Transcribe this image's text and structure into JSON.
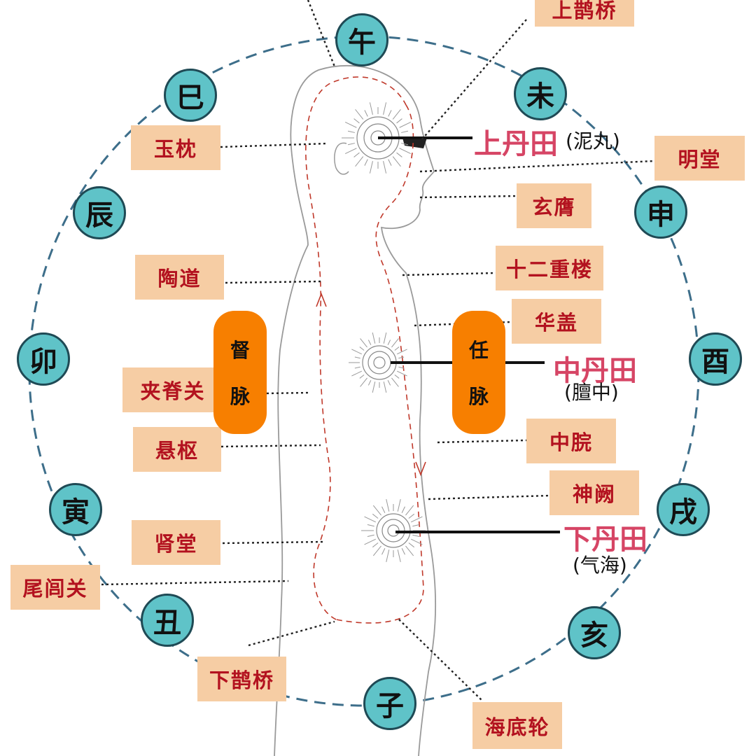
{
  "branches": [
    "午",
    "未",
    "申",
    "酉",
    "戌",
    "亥",
    "子",
    "丑",
    "寅",
    "卯",
    "辰",
    "巳"
  ],
  "points": {
    "shang_queqiao": "上鹊桥",
    "yuzhen": "玉枕",
    "mingtang": "明堂",
    "xuanying": "玄膺",
    "taodao": "陶道",
    "shier_chonglou": "十二重楼",
    "huagai": "华盖",
    "jiajiguan": "夹脊关",
    "xuanshu": "悬枢",
    "zhongwan": "中脘",
    "shenque": "神阙",
    "shentang": "肾堂",
    "weiluguan": "尾闾关",
    "xia_queqiao": "下鹊桥",
    "haidilun": "海底轮"
  },
  "meridians": {
    "du": [
      "督",
      "脉"
    ],
    "ren": [
      "任",
      "脉"
    ]
  },
  "dantian": {
    "upper": {
      "name": "上丹田",
      "alias": "(泥丸)"
    },
    "middle": {
      "name": "中丹田",
      "alias": "(膻中)"
    },
    "lower": {
      "name": "下丹田",
      "alias": "(气海)"
    }
  },
  "colors": {
    "circle": "#3d6e8a",
    "branch_fill": "#5fc3c8",
    "label_bg": "#f6cda4",
    "label_text": "#b3121f",
    "meridian_fill": "#f77f00",
    "dantian_text": "#d64565",
    "flow_line": "#c0392b"
  }
}
